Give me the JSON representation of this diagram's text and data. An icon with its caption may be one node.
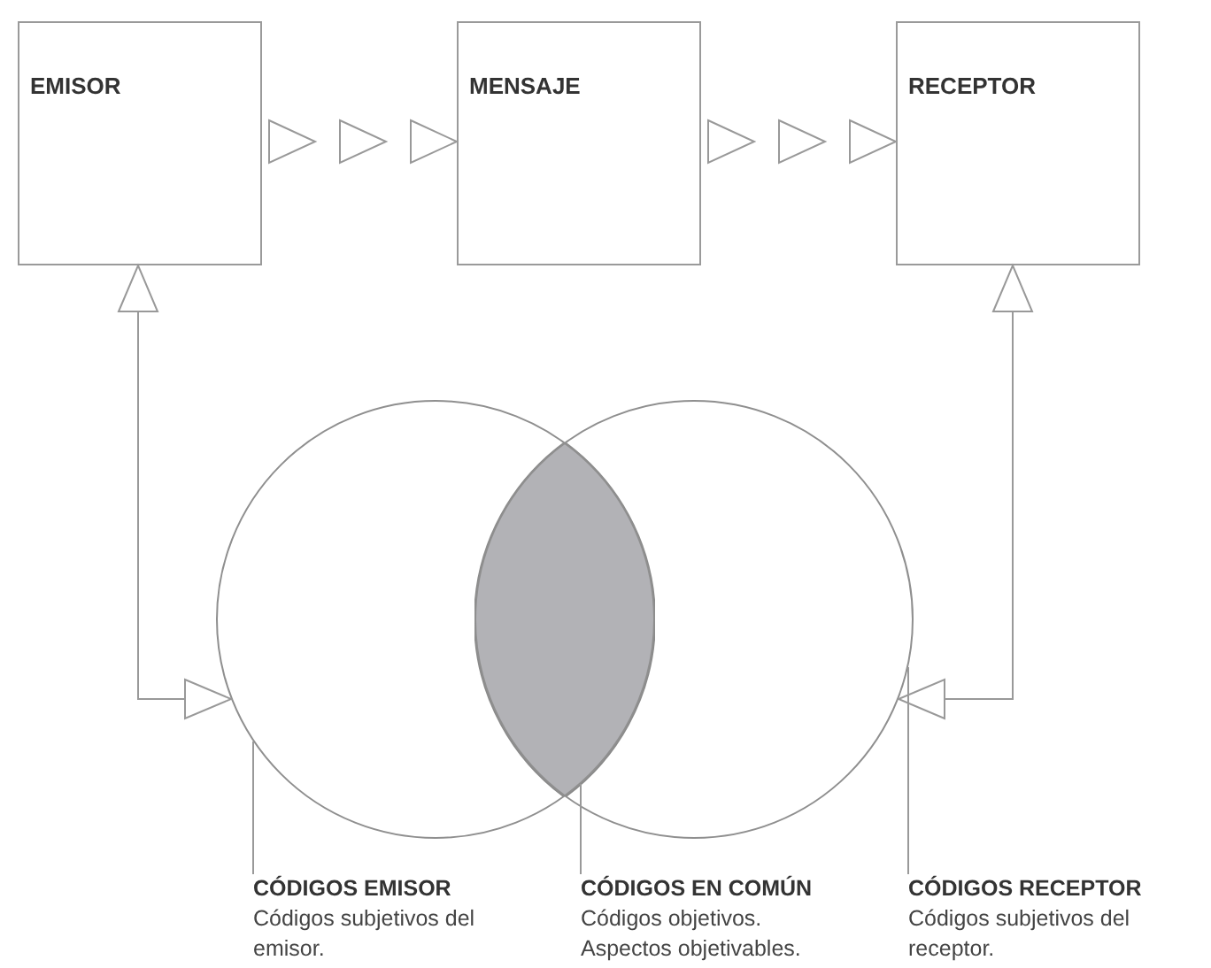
{
  "diagram": {
    "nodes": [
      {
        "text": [
          "EMISOR"
        ]
      },
      {
        "text": [
          "MENSAJE"
        ]
      },
      {
        "text": [
          "RECEPTOR"
        ]
      },
      {
        "text": [],
        "shape": "circle"
      },
      {
        "text": [],
        "shape": "circle"
      },
      {
        "text": [],
        "shape": "lens"
      },
      {
        "text": [
          "CÓDIGOS EMISOR",
          "Códigos subjetivos del emisor."
        ]
      },
      {
        "text": [
          "CÓDIGOS EN COMÚN",
          "Códigos objetivos. Aspectos objetivables."
        ]
      },
      {
        "text": [
          "CÓDIGOS RECEPTOR",
          "Códigos subjetivos del receptor."
        ]
      }
    ],
    "edges": [
      {
        "from": 0,
        "to": 1,
        "arrow": "to"
      },
      {
        "from": 1,
        "to": 2,
        "arrow": "to"
      },
      {
        "from": 0,
        "to": 3,
        "arrow": "both"
      },
      {
        "from": 2,
        "to": 4,
        "arrow": "both"
      },
      {
        "from": 6,
        "to": 3,
        "arrow": "none"
      },
      {
        "from": 7,
        "to": 5,
        "arrow": "none"
      },
      {
        "from": 8,
        "to": 4,
        "arrow": "none"
      }
    ]
  }
}
